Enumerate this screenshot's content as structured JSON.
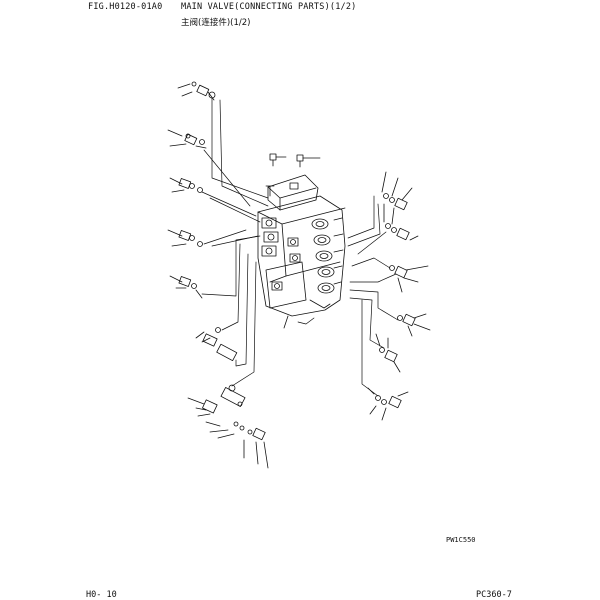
{
  "header": {
    "figure_code": "FIG.H0120-01A0",
    "title_en": "MAIN VALVE(CONNECTING PARTS)(1/2)",
    "title_cn": "主阀(连接件)(1/2)"
  },
  "drawing": {
    "drawing_id": "PW1C550"
  },
  "footer": {
    "page_number": "H0-  10",
    "model": "PC360-7"
  }
}
